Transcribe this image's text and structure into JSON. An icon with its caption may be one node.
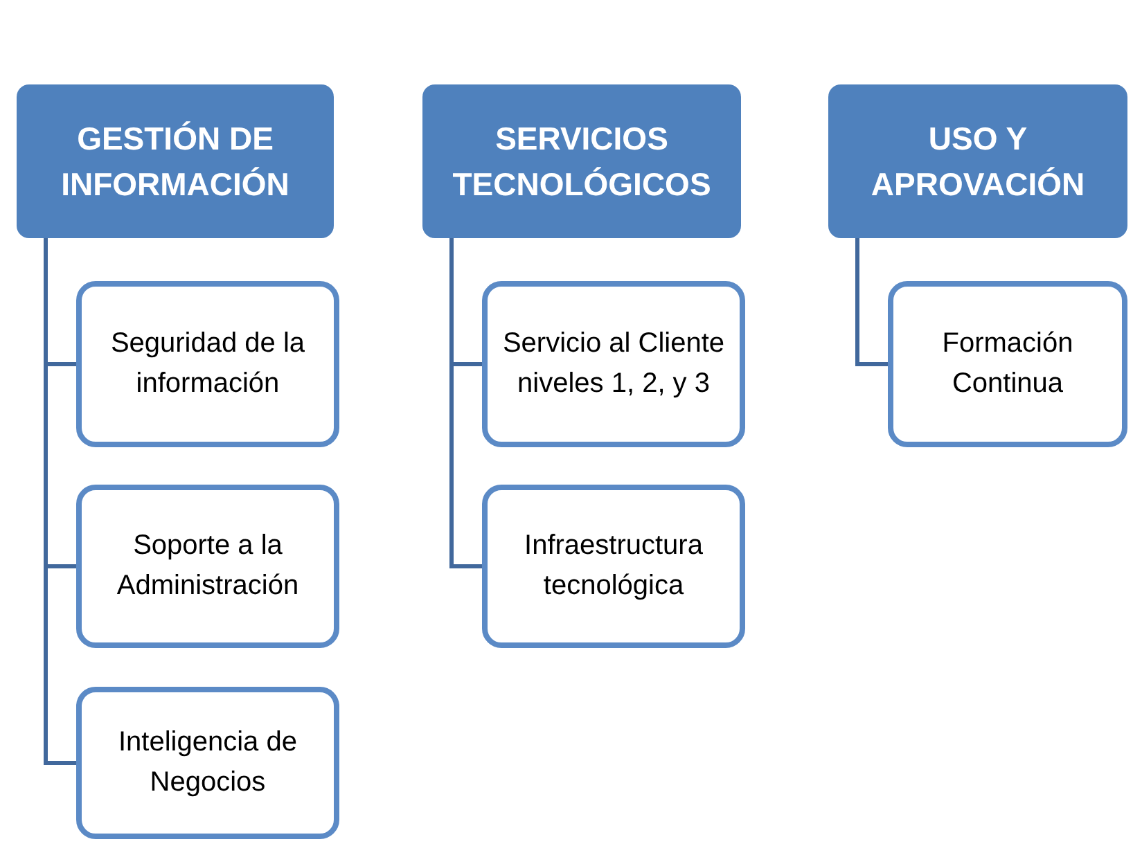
{
  "diagram": {
    "nodes": [
      {
        "text": [
          "GESTIÓN DE INFORMACIÓN"
        ]
      },
      {
        "text": [
          "Seguridad de la información"
        ]
      },
      {
        "text": [
          "Soporte a la Administración"
        ]
      },
      {
        "text": [
          "Inteligencia de Negocios"
        ]
      },
      {
        "text": [
          "SERVICIOS TECNOLÓGICOS"
        ]
      },
      {
        "text": [
          "Servicio al Cliente niveles 1, 2, y 3"
        ]
      },
      {
        "text": [
          "Infraestructura tecnológica"
        ]
      },
      {
        "text": [
          "USO Y APROVACIÓN"
        ]
      },
      {
        "text": [
          "Formación Continua"
        ]
      }
    ],
    "edges": [
      {
        "from": 0,
        "to": 1,
        "arrow": "none"
      },
      {
        "from": 0,
        "to": 2,
        "arrow": "none"
      },
      {
        "from": 0,
        "to": 3,
        "arrow": "none"
      },
      {
        "from": 4,
        "to": 5,
        "arrow": "none"
      },
      {
        "from": 4,
        "to": 6,
        "arrow": "none"
      },
      {
        "from": 7,
        "to": 8,
        "arrow": "none"
      }
    ]
  }
}
